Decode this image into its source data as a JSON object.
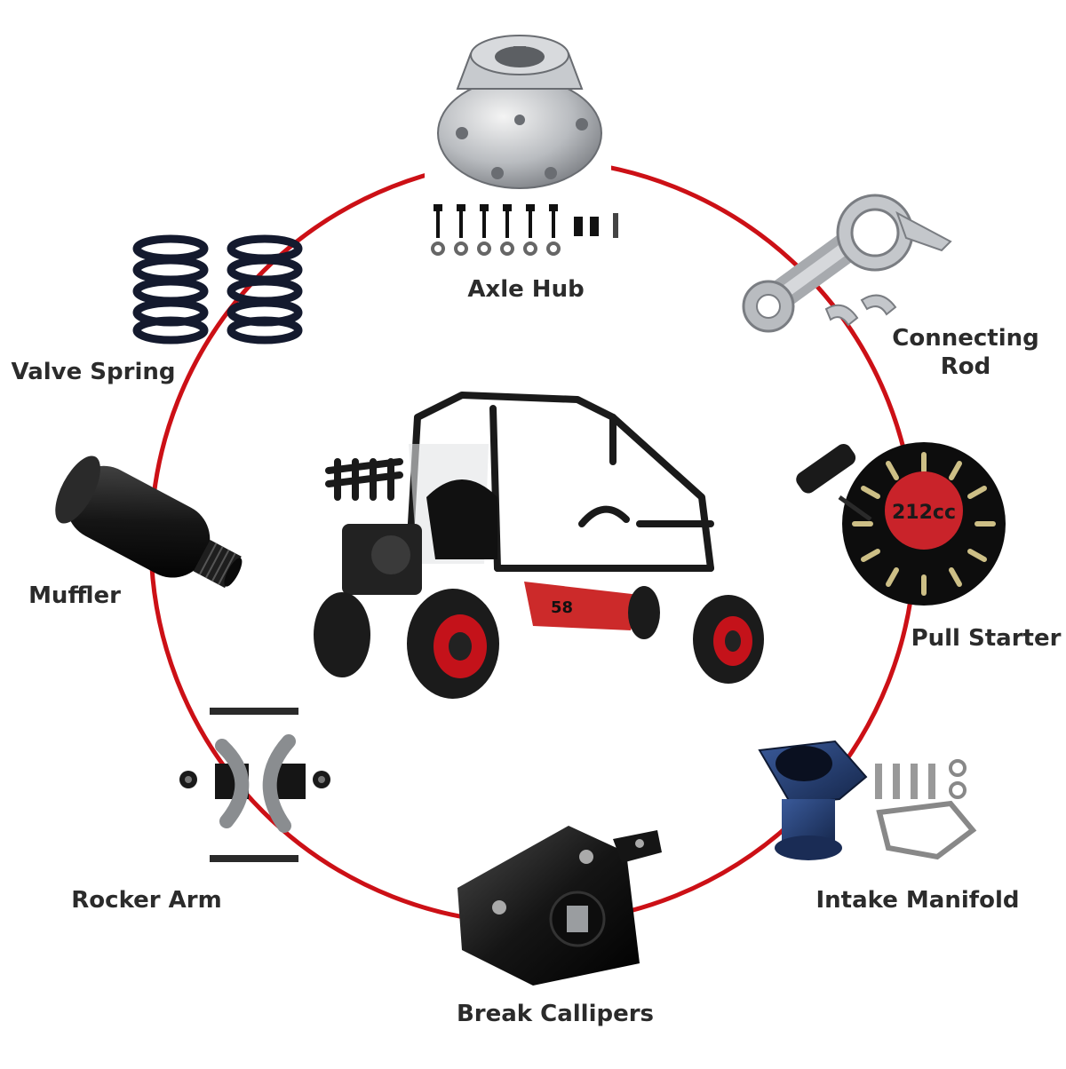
{
  "ring": {
    "color": "#cc1016"
  },
  "parts": {
    "axle_hub": {
      "label": "Axle Hub"
    },
    "connecting_rod": {
      "line1": "Connecting",
      "line2": "Rod"
    },
    "pull_starter": {
      "label": "Pull Starter",
      "badge": "212cc"
    },
    "intake_manifold": {
      "label": "Intake Manifold"
    },
    "brake_calipers": {
      "label": "Break Callipers"
    },
    "rocker_arm": {
      "label": "Rocker Arm"
    },
    "muffler": {
      "label": "Muffler"
    },
    "valve_spring": {
      "label": "Valve Spring"
    }
  },
  "center": {
    "product": "go-kart",
    "number": "58"
  }
}
